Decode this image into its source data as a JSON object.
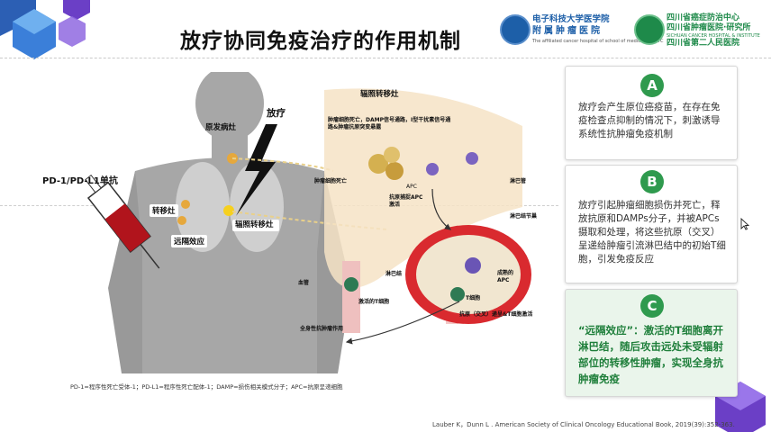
{
  "slide": {
    "title": "放疗协同免疫治疗的作用机制"
  },
  "logos": {
    "left_logo": {
      "line1": "电子科技大学医学院",
      "line2": "附属肿瘤医院",
      "sub": "The affiliated cancer hospital of school of medicine,UESTC"
    },
    "right_logo": {
      "line1": "四川省癌症防治中心",
      "line2": "四川省肿瘤医院·研究所",
      "sub": "SICHUAN CANCER HOSPITAL & INSTITUTE",
      "line3": "四川省第二人民医院"
    }
  },
  "cards": [
    {
      "badge": "A",
      "text": "放疗会产生原位癌疫苗，在存在免疫检查点抑制的情况下，刺激诱导系统性抗肿瘤免疫机制"
    },
    {
      "badge": "B",
      "text": "放疗引起肿瘤细胞损伤并死亡，释放抗原和DAMPs分子，并被APCs摄取和处理，将这些抗原（交叉）呈递给肿瘤引流淋巴结中的初始T细胞，引发免疫反应"
    },
    {
      "badge": "C",
      "text": "“远隔效应”：激活的T细胞离开淋巴结，随后攻击远处未受辐射部位的转移性肿瘤，实现全身抗肿瘤免疫"
    }
  ],
  "diagram": {
    "radiotherapy": "放疗",
    "primary_tumor": "原发病灶",
    "antibody": "PD-1/PD-L1单抗",
    "metastasis": "转移灶",
    "abscopal": "远隔效应",
    "irradiated_metastasis": "辐照转移灶",
    "irradiated_metastasis_title": "辐照转移灶",
    "death_signal": "肿瘤细胞死亡，DAMP信号通路，I型干扰素信号通路&肿瘤抗原突变悬露",
    "tumor_cell_death": "肿瘤细胞死亡",
    "apc": "APC",
    "antigen_capture": "抗原捕捉APC激活",
    "lymph_vessel": "淋巴管",
    "lymph_follicle": "淋巴结节巢",
    "lymph_node": "淋巴结",
    "blood_vessel": "血管",
    "mature_apc": "成熟的APC",
    "t_cell": "T细胞",
    "activated_t": "激活的T细胞",
    "cross_presentation": "抗原（交叉）递呈&T细胞激活",
    "systemic": "全身性抗肿瘤作用"
  },
  "footnote": "PD-1=程序性死亡受体-1；PD-L1=程序性死亡配体-1；DAMP=损伤相关模式分子；APC=抗原呈递细胞",
  "citation": "Lauber K，Dunn L . American Society of Clinical Oncology Educational Book, 2019(39):352-363.",
  "colors": {
    "accent_green": "#2f9a4e",
    "corner_blue": "#2c5fb4",
    "corner_purple": "#6b3fc6",
    "body_gray": "#9a9a9a",
    "tumor_red": "#c0212b"
  }
}
